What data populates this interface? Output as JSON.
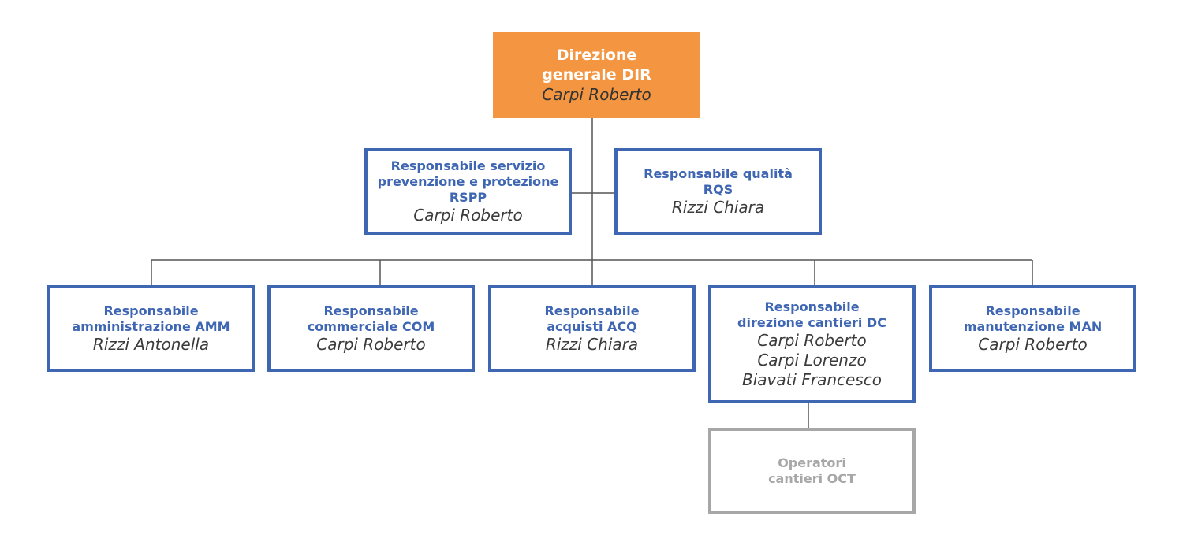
{
  "org_chart": {
    "direction": {
      "title": "Direzione\ngenerale DIR",
      "person": "Carpi Roberto"
    },
    "staff": {
      "rspp": {
        "title": "Responsabile servizio\nprevenzione e protezione\nRSPP",
        "person": "Carpi Roberto"
      },
      "rqs": {
        "title": "Responsabile qualità\nRQS",
        "person": "Rizzi Chiara"
      }
    },
    "departments": {
      "amm": {
        "title": "Responsabile\namministrazione AMM",
        "person": "Rizzi Antonella"
      },
      "com": {
        "title": "Responsabile\ncommerciale COM",
        "person": "Carpi Roberto"
      },
      "acq": {
        "title": "Responsabile\nacquisti ACQ",
        "person": "Rizzi Chiara"
      },
      "dc": {
        "title": "Responsabile\ndirezione cantieri DC",
        "persons": [
          "Carpi Roberto",
          "Carpi Lorenzo",
          "Biavati Francesco"
        ]
      },
      "man": {
        "title": "Responsabile\nmanutenzione MAN",
        "person": "Carpi Roberto"
      }
    },
    "sub_units": {
      "oct": {
        "title": "Operatori\ncantieri OCT"
      }
    },
    "colors": {
      "direction_fill": "#f39541",
      "box_border": "#3f66b2",
      "title_text": "#3f66b2",
      "inactive_border": "#a7a7a7",
      "connector": "#555555"
    }
  }
}
